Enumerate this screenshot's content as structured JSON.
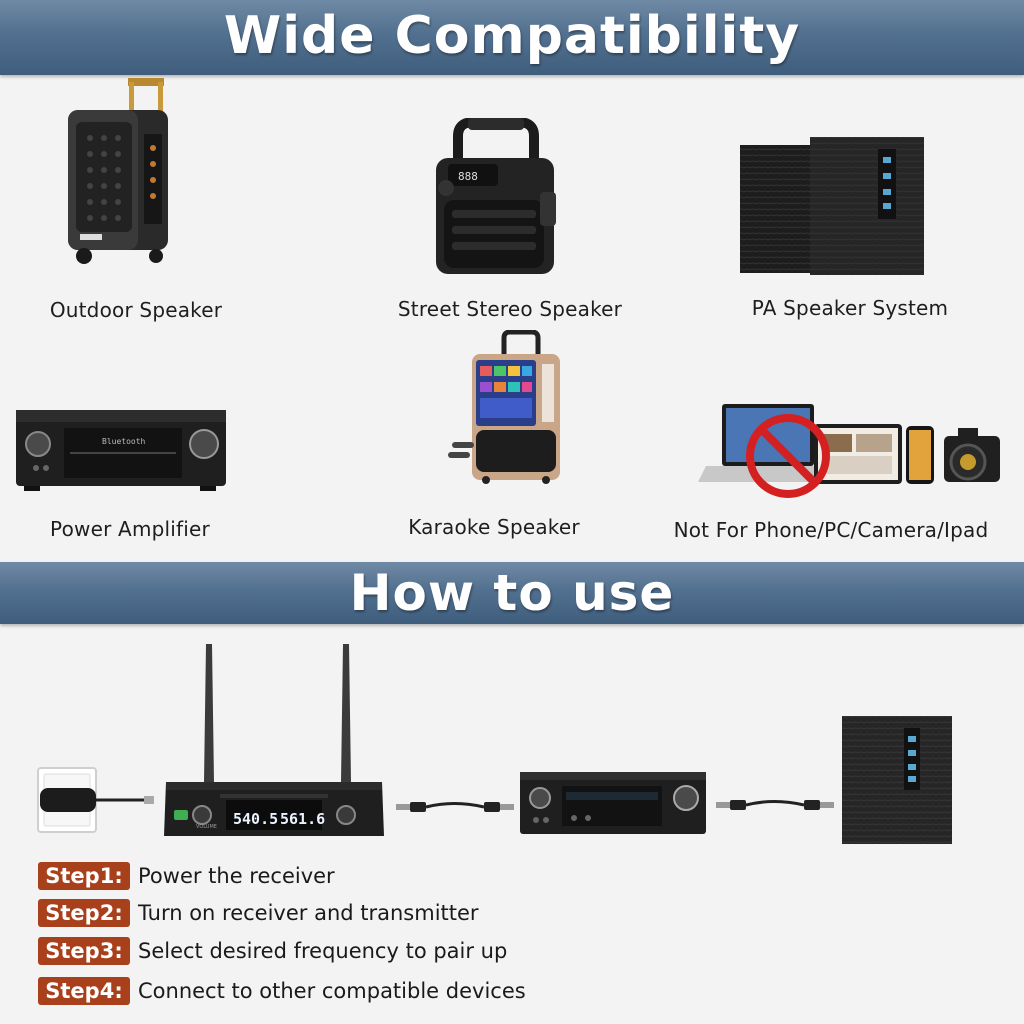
{
  "sections": {
    "compatibility_title": "Wide Compatibility",
    "how_to_title": "How to use"
  },
  "devices": [
    {
      "label": "Outdoor Speaker",
      "icon": "outdoor-speaker-icon"
    },
    {
      "label": "Street Stereo Speaker",
      "icon": "street-stereo-speaker-icon"
    },
    {
      "label": "PA Speaker System",
      "icon": "pa-speaker-icon"
    },
    {
      "label": "Power Amplifier",
      "icon": "power-amplifier-icon"
    },
    {
      "label": "Karaoke Speaker",
      "icon": "karaoke-speaker-icon"
    },
    {
      "label": "Not For Phone/PC/Camera/Ipad",
      "icon": "not-for-devices-icon"
    }
  ],
  "receiver": {
    "display_a": "540.5",
    "display_b": "561.6",
    "knob_label": "VOLUME"
  },
  "steps": [
    {
      "badge": "Step1:",
      "text": "Power the receiver"
    },
    {
      "badge": "Step2:",
      "text": "Turn on receiver and transmitter"
    },
    {
      "badge": "Step3:",
      "text": "Select desired frequency to pair up"
    },
    {
      "badge": "Step4:",
      "text": "Connect to other compatible devices"
    }
  ],
  "colors": {
    "banner": "#52708f",
    "step_badge": "#a9401c",
    "no_sign": "#d42020"
  }
}
